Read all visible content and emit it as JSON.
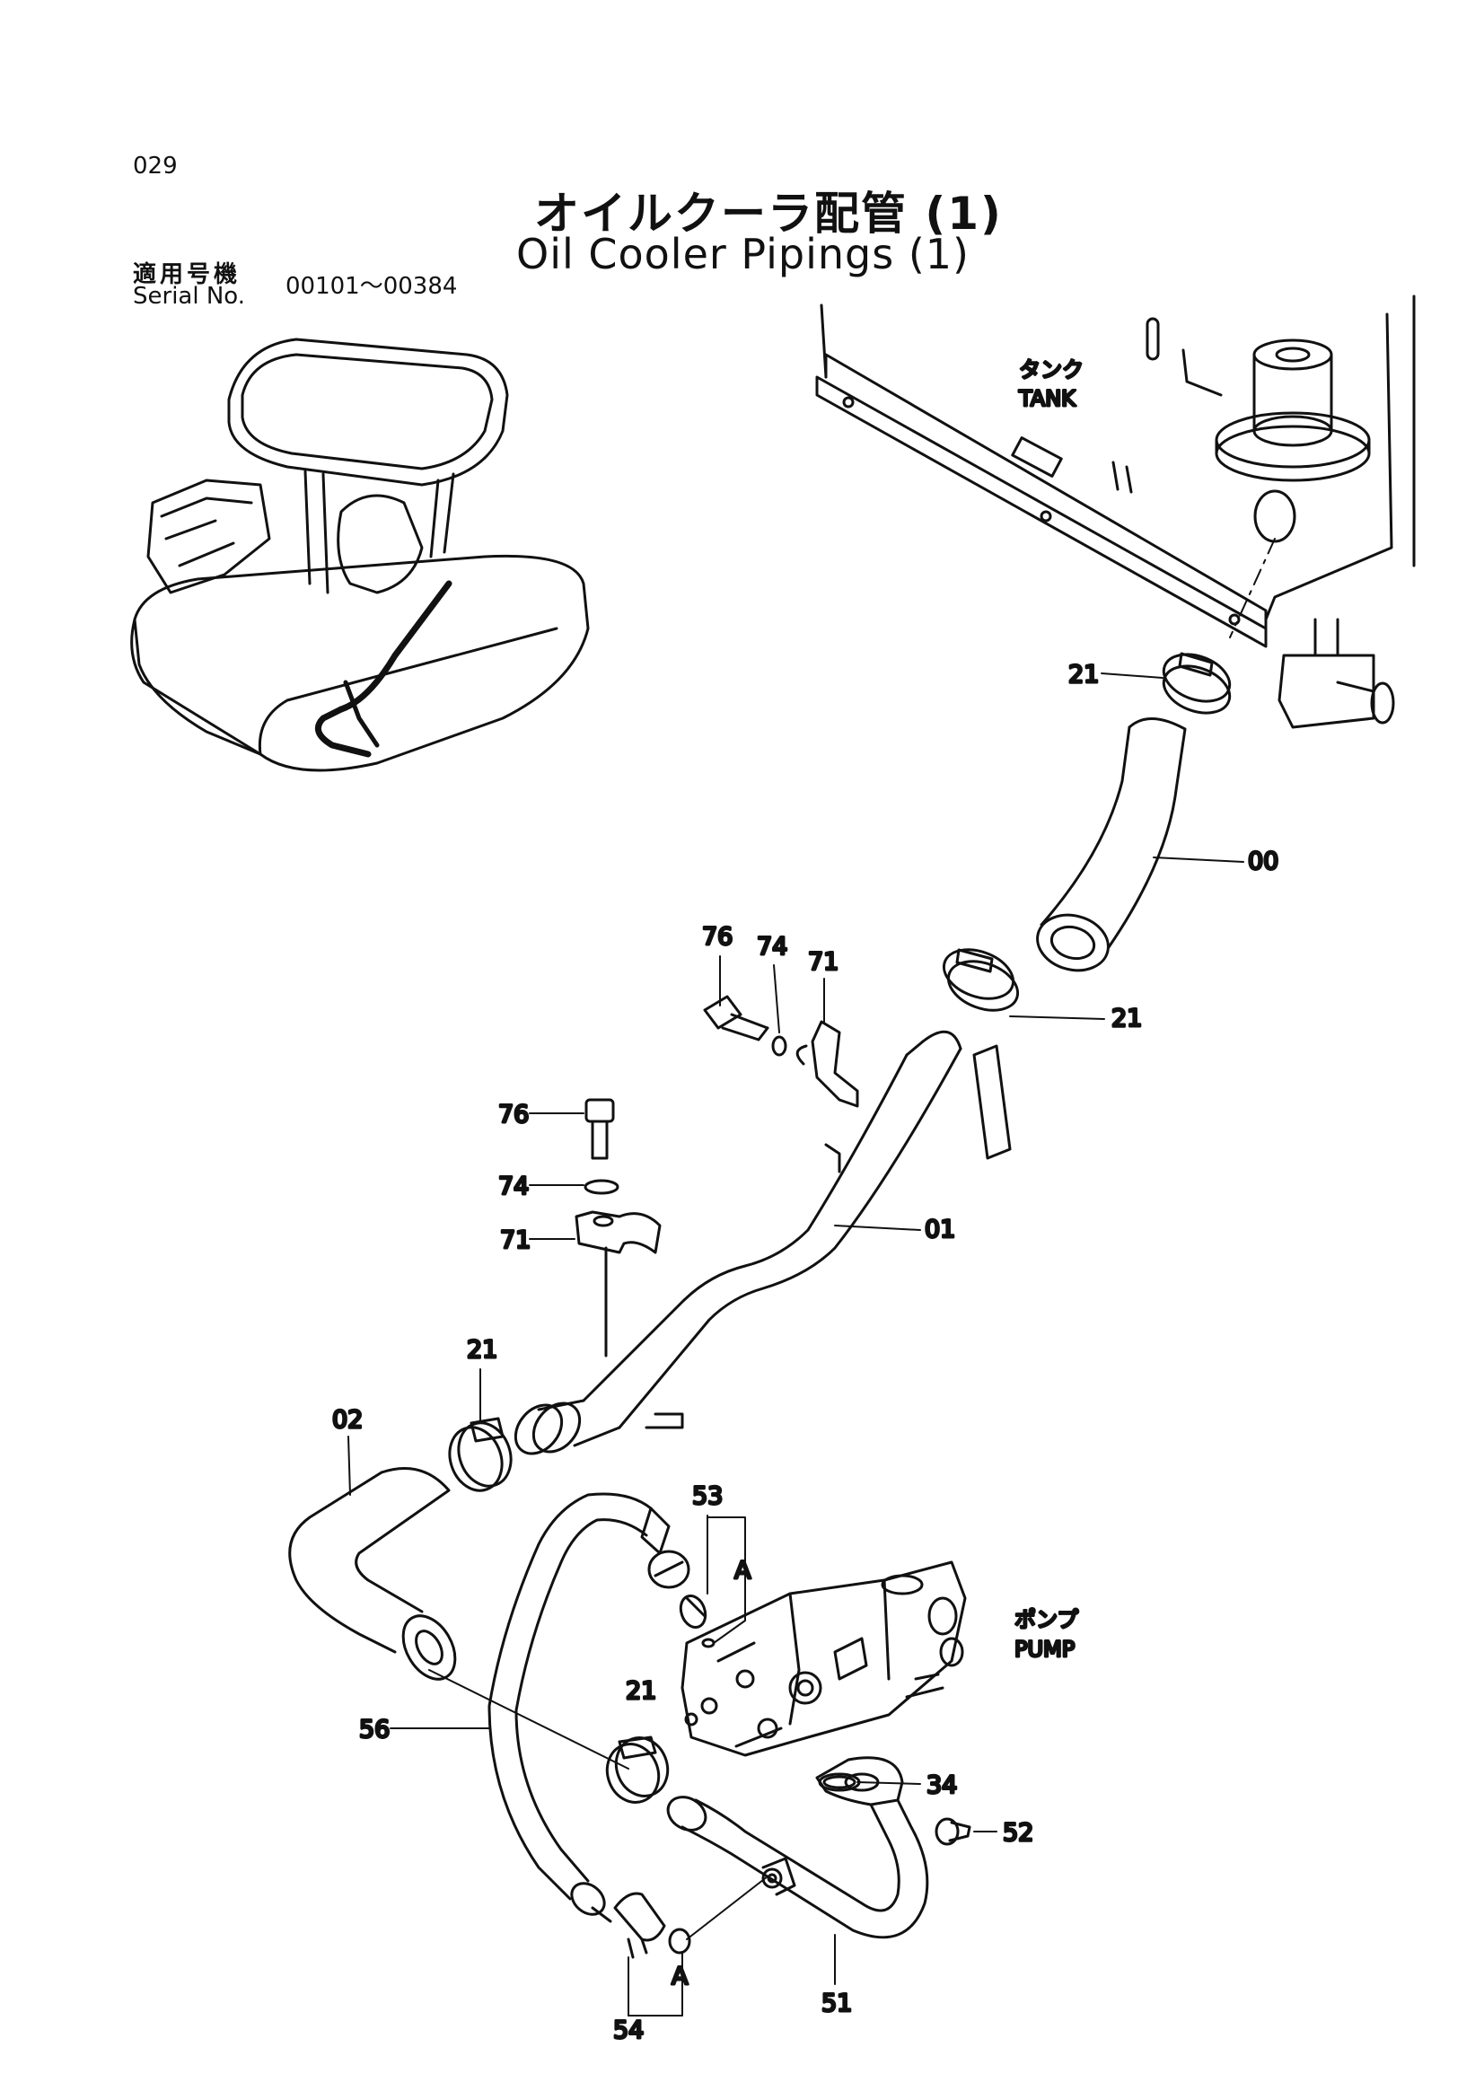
{
  "header": {
    "page_number": "029",
    "title_jp": "オイルクーラ配管 (1)",
    "title_en": "Oil Cooler Pipings (1)",
    "serial_label_jp": "適用号機",
    "serial_label_en": "Serial No.",
    "serial_range": "00101～00384"
  },
  "captions": {
    "tank_jp": "タンク",
    "tank_en": "TANK",
    "pump_jp": "ポンプ",
    "pump_en": "PUMP"
  },
  "callouts": {
    "c21_top": "21",
    "c00": "00",
    "c21_mid": "21",
    "c76_a": "76",
    "c74_a": "74",
    "c71_a": "71",
    "c76_b": "76",
    "c74_b": "74",
    "c71_b": "71",
    "c01": "01",
    "c21_low": "21",
    "c02": "02",
    "c53": "53",
    "cA_top": "A",
    "c21_bottom": "21",
    "c56": "56",
    "c34": "34",
    "c52": "52",
    "c51": "51",
    "c54": "54",
    "cA_bottom": "A"
  }
}
